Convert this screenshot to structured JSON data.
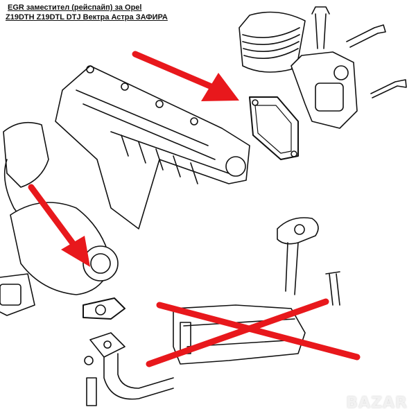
{
  "caption": {
    "line1": "EGR заместител (рейспайп) за Opel",
    "line2": "Z19DTH Z19DTL DTJ Вектра Астра ЗАФИРА"
  },
  "watermark": "BAZAR",
  "colors": {
    "arrow": "#e8181c",
    "line": "#111111"
  }
}
